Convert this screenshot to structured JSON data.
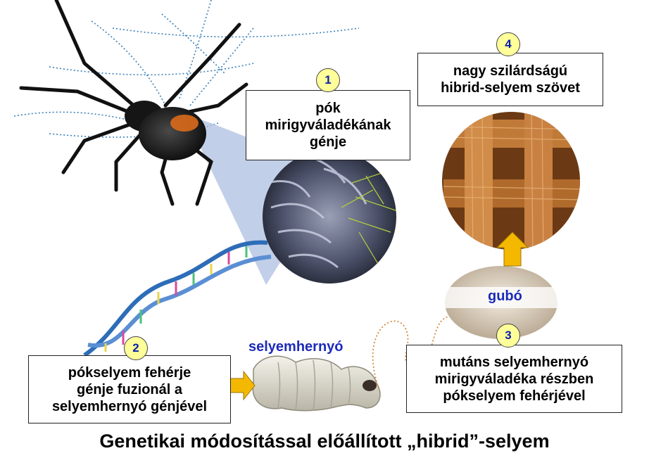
{
  "boxes": {
    "step1": {
      "number": "1",
      "lines": [
        "pók",
        "mirigyváladékának",
        "génje"
      ]
    },
    "step2": {
      "number": "2",
      "lines": [
        "pókselyem fehérje",
        "génje fuzionál a",
        "selyemhernyó génjével"
      ]
    },
    "step3": {
      "number": "3",
      "lines": [
        "mutáns selyemhernyó",
        "mirigyváladéka részben",
        "pókselyem fehérjével"
      ]
    },
    "step4": {
      "number": "4",
      "lines": [
        "nagy szilárdságú",
        "hibrid-selyem szövet"
      ]
    }
  },
  "labels": {
    "silkworm": "selyemhernyó",
    "cocoon": "gubó"
  },
  "title": "Genetikai módosítással előállított „hibrid”-selyem",
  "colors": {
    "badge_fill": "#ffff99",
    "badge_text": "#0a1fa8",
    "label_text": "#1c2bb8",
    "arrow_fill": "#f5b800",
    "web_line": "#3a7fb8"
  },
  "icons": [
    "spider-illustration",
    "gland-closeup",
    "dna-helix",
    "silkworm-illustration",
    "cocoon-illustration",
    "woven-fabric-closeup"
  ]
}
